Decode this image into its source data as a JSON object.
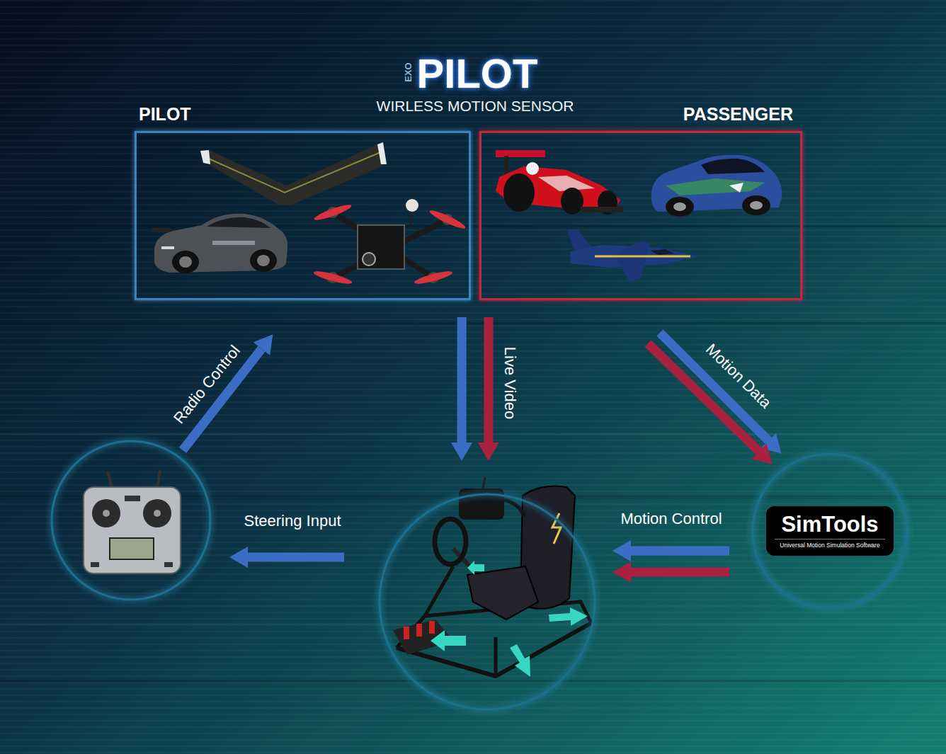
{
  "diagram": {
    "title": "PILOT",
    "nodes": [
      {
        "text": [
          "PILOT"
        ]
      },
      {
        "text": [
          "PASSENGER"
        ]
      },
      {
        "text": []
      },
      {
        "text": []
      },
      {
        "text": [
          "SimTools",
          "Universal Motion Simulation Software"
        ]
      }
    ],
    "edges": [
      {
        "from": 2,
        "to": 0,
        "arrow": "to",
        "label": "Radio Control"
      },
      {
        "from": 0,
        "to": 3,
        "arrow": "to"
      },
      {
        "from": 1,
        "to": 3,
        "arrow": "to",
        "label": "Live Video"
      },
      {
        "from": 1,
        "to": 4,
        "arrow": "to",
        "label": "Motion Data"
      },
      {
        "from": 1,
        "to": 4,
        "arrow": "to"
      },
      {
        "from": 4,
        "to": 3,
        "arrow": "to",
        "label": "Motion Control"
      },
      {
        "from": 4,
        "to": 3,
        "arrow": "to"
      },
      {
        "from": 3,
        "to": 2,
        "arrow": "to",
        "label": "Steering Input"
      }
    ],
    "labels": [
      "EXO",
      "WIRLESS MOTION SENSOR"
    ]
  }
}
